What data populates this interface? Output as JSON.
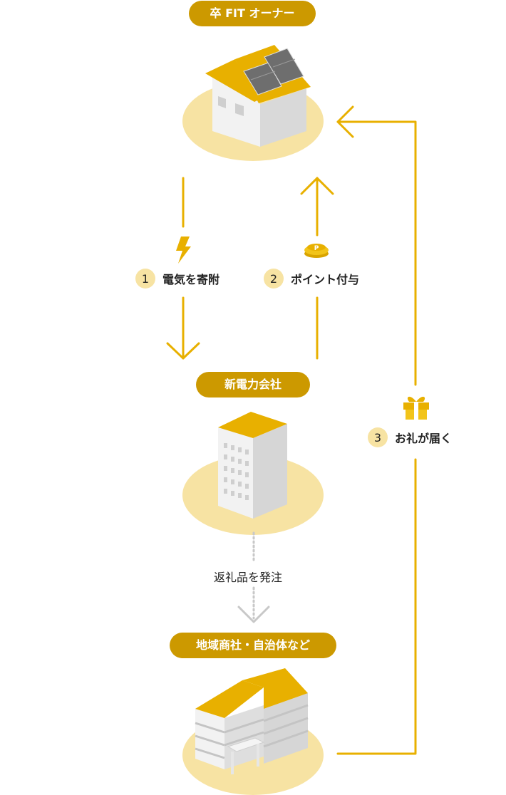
{
  "nodes": {
    "fit_owner": "卒 FIT オーナー",
    "power_company": "新電力会社",
    "local_partner": "地域商社・自治体など"
  },
  "steps": [
    {
      "num": "1",
      "label": "電気を寄附",
      "icon": "lightning-icon"
    },
    {
      "num": "2",
      "label": "ポイント付与",
      "icon": "point-coin-icon"
    },
    {
      "num": "3",
      "label": "お礼が届く",
      "icon": "gift-icon"
    }
  ],
  "order_label": "返礼品を発注",
  "coin_letter": "P",
  "colors": {
    "accent": "#e8b000",
    "pill": "#cc9900",
    "ellipse": "#f7e3a3",
    "number_circle": "#f7e3a3",
    "dotted": "#c8c8c8"
  }
}
